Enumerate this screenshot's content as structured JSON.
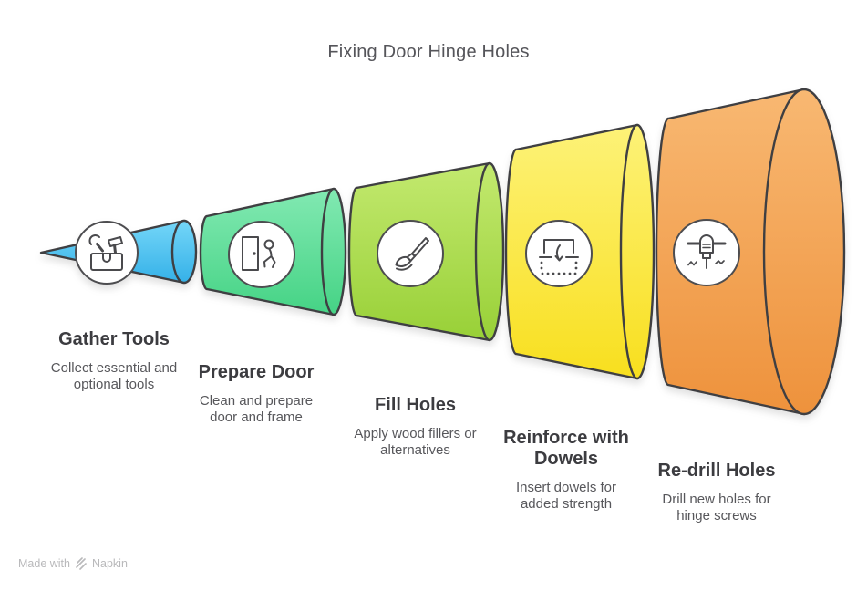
{
  "title": "Fixing Door Hinge Holes",
  "steps": [
    {
      "title": "Gather Tools",
      "description": "Collect essential and\noptional tools",
      "color": "#3ab4e9",
      "icon": "toolbox-icon"
    },
    {
      "title": "Prepare Door",
      "description": "Clean and prepare\ndoor and frame",
      "color": "#4cd689",
      "icon": "door-person-icon"
    },
    {
      "title": "Fill Holes",
      "description": "Apply wood fillers or\nalternatives",
      "color": "#9cd23e",
      "icon": "paintbrush-icon"
    },
    {
      "title": "Reinforce with\nDowels",
      "description": "Insert dowels for\nadded strength",
      "color": "#f8e122",
      "icon": "dowel-insert-icon"
    },
    {
      "title": "Re-drill Holes",
      "description": "Drill new holes for\nhinge screws",
      "color": "#ef9640",
      "icon": "jackhammer-icon"
    }
  ],
  "footer": {
    "made_with": "Made with",
    "brand": "Napkin"
  }
}
